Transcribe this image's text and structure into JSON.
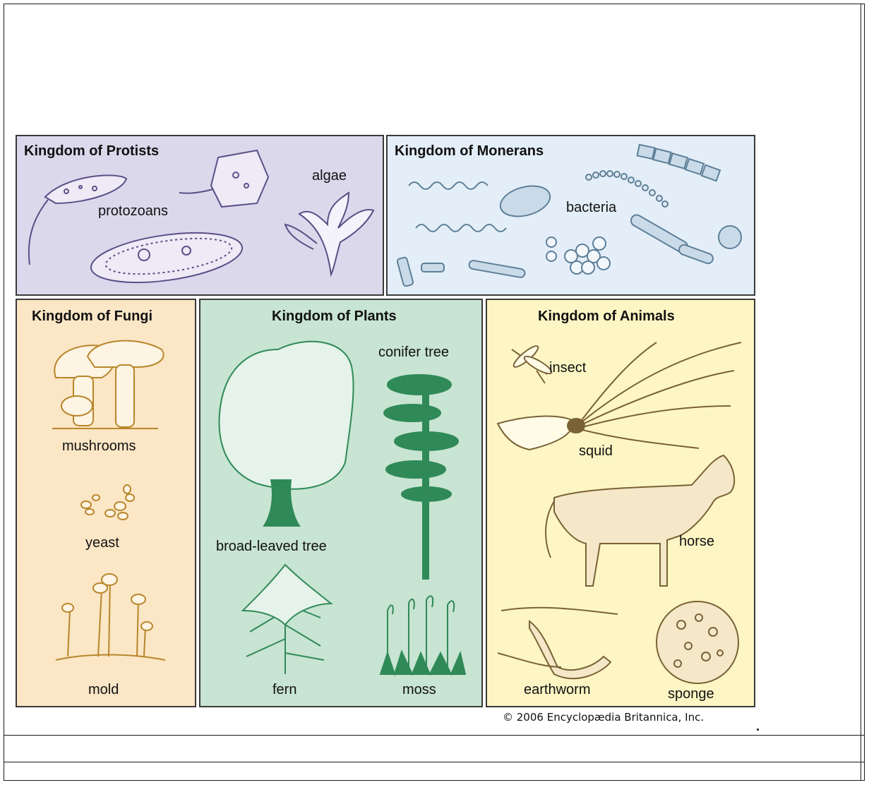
{
  "kingdoms": {
    "protists": {
      "title": "Kingdom of Protists",
      "labels": {
        "protozoans": "protozoans",
        "algae": "algae"
      }
    },
    "monerans": {
      "title": "Kingdom of Monerans",
      "labels": {
        "bacteria": "bacteria"
      }
    },
    "fungi": {
      "title": "Kingdom of Fungi",
      "labels": {
        "mushrooms": "mushrooms",
        "yeast": "yeast",
        "mold": "mold"
      }
    },
    "plants": {
      "title": "Kingdom of Plants",
      "labels": {
        "conifer": "conifer tree",
        "broadleaf": "broad-leaved tree",
        "fern": "fern",
        "moss": "moss"
      }
    },
    "animals": {
      "title": "Kingdom of Animals",
      "labels": {
        "insect": "insect",
        "squid": "squid",
        "horse": "horse",
        "earthworm": "earthworm",
        "sponge": "sponge"
      }
    }
  },
  "copyright": "© 2006 Encyclopædia Britannica, Inc.",
  "colors": {
    "protists": "#dcd8ec",
    "monerans": "#e3eef8",
    "fungi": "#fbe6c6",
    "plants": "#c8e4d2",
    "animals": "#fdf6c4",
    "protist_ink": "#5a4f86",
    "moneran_ink": "#5e7f98",
    "fungi_ink": "#b8862a",
    "plant_ink": "#2f8a57",
    "animal_ink": "#7a6236"
  }
}
